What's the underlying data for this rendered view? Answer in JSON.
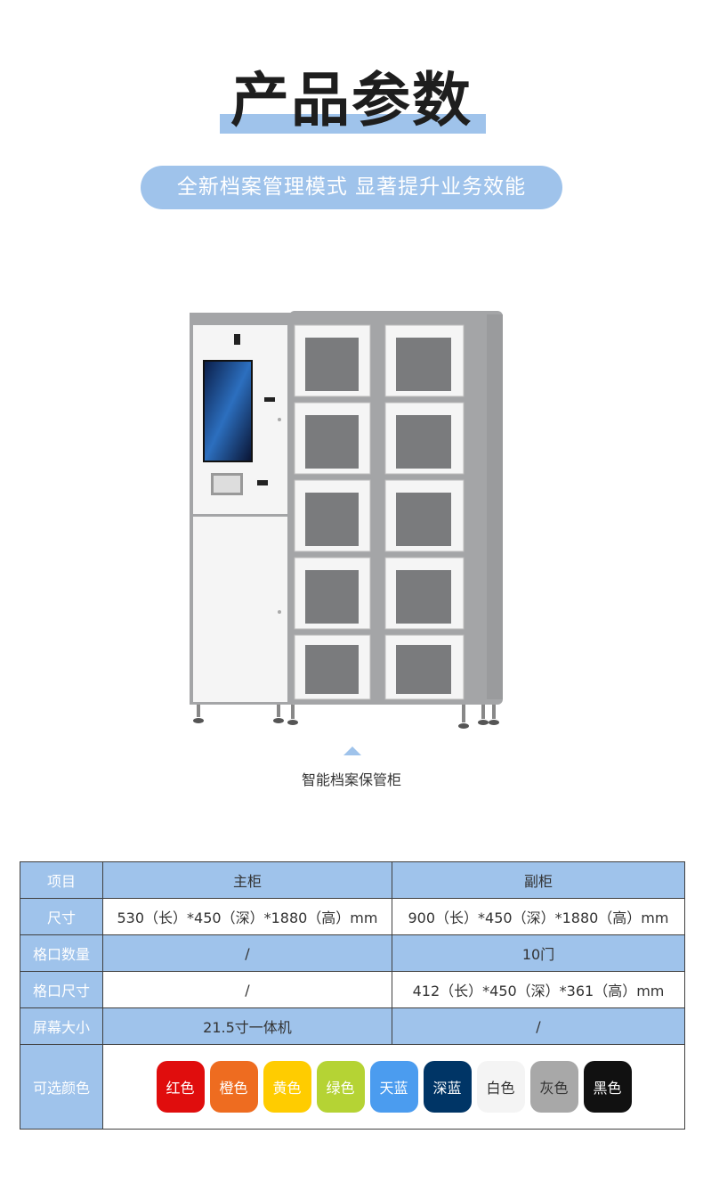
{
  "header": {
    "title": "产品参数",
    "subtitle": "全新档案管理模式  显著提升业务效能"
  },
  "product": {
    "caption": "智能档案保管柜"
  },
  "spec_table": {
    "header": {
      "label": "项目",
      "main": "主柜",
      "sub": "副柜"
    },
    "rows": [
      {
        "label": "尺寸",
        "main": "530（长）*450（深）*1880（高）mm",
        "sub": "900（长）*450（深）*1880（高）mm"
      },
      {
        "label": "格口数量",
        "main": "/",
        "sub": "10门"
      },
      {
        "label": "格口尺寸",
        "main": "/",
        "sub": "412（长）*450（深）*361（高）mm"
      },
      {
        "label": "屏幕大小",
        "main": "21.5寸一体机",
        "sub": "/"
      }
    ],
    "color_label": "可选颜色",
    "colors": [
      {
        "name": "红色",
        "bg": "#e00d0d",
        "fg": "#ffffff"
      },
      {
        "name": "橙色",
        "bg": "#ee6c20",
        "fg": "#ffffff"
      },
      {
        "name": "黄色",
        "bg": "#ffcc00",
        "fg": "#ffffff"
      },
      {
        "name": "绿色",
        "bg": "#b5d334",
        "fg": "#ffffff"
      },
      {
        "name": "天蓝",
        "bg": "#4b9cef",
        "fg": "#ffffff"
      },
      {
        "name": "深蓝",
        "bg": "#003566",
        "fg": "#ffffff"
      },
      {
        "name": "白色",
        "bg": "#f4f4f4",
        "fg": "#333333"
      },
      {
        "name": "灰色",
        "bg": "#a8a8a8",
        "fg": "#333333"
      },
      {
        "name": "黑色",
        "bg": "#111111",
        "fg": "#ffffff"
      }
    ]
  }
}
